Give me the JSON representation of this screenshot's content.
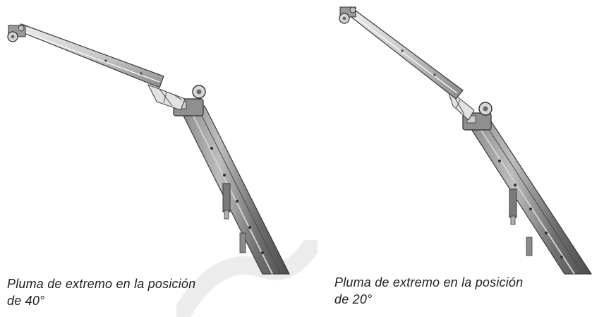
{
  "figures": [
    {
      "caption_line1": "Pluma de extremo en la posición",
      "caption_line2": "de 40°"
    },
    {
      "caption_line1": "Pluma de extremo en la posición",
      "caption_line2": "de 20°"
    }
  ],
  "colors": {
    "steel_light": "#d9d9d9",
    "steel_mid": "#a8a8a8",
    "steel_dark": "#5f5f5f",
    "outline": "#3a3a3a",
    "watermark": "#e6e6e6"
  }
}
